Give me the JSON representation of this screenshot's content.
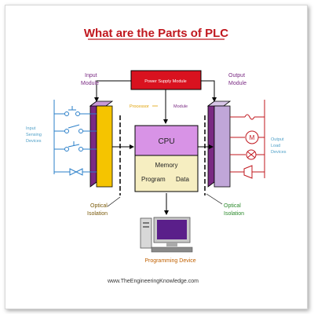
{
  "title": "What are the Parts of PLC",
  "labels": {
    "power_supply": "Power Supply Module",
    "processor": "Processor",
    "module": "Module",
    "input_module_line1": "Input",
    "input_module_line2": "Module",
    "output_module_line1": "Output",
    "output_module_line2": "Module",
    "input_devices_line1": "Input",
    "input_devices_line2": "Sensing",
    "input_devices_line3": "Devices",
    "output_devices_line1": "Output",
    "output_devices_line2": "Load",
    "output_devices_line3": "Devices",
    "cpu": "CPU",
    "memory": "Memory",
    "program": "Program",
    "data": "Data",
    "optical_left_line1": "Optical",
    "optical_left_line2": "Isolation",
    "optical_right_line1": "Optical",
    "optical_right_line2": "Isolation",
    "programming_device": "Programming Device",
    "motor_symbol": "M",
    "website": "www.TheEngineeringKnowledge.com"
  },
  "colors": {
    "title": "#c0171e",
    "power_supply_fill": "#d9121f",
    "input_module_fill": "#f5c400",
    "output_module_fill": "#c0a6d8",
    "cpu_fill": "#d893e6",
    "memory_fill": "#f6eec1",
    "module_label": "#7a2a83",
    "device_label": "#4fa0c8",
    "optical_label": "#7a5a0a",
    "optical_label_right": "#2b8a2b",
    "programming_label": "#c06000",
    "switch_color": "#2a7fc9"
  }
}
